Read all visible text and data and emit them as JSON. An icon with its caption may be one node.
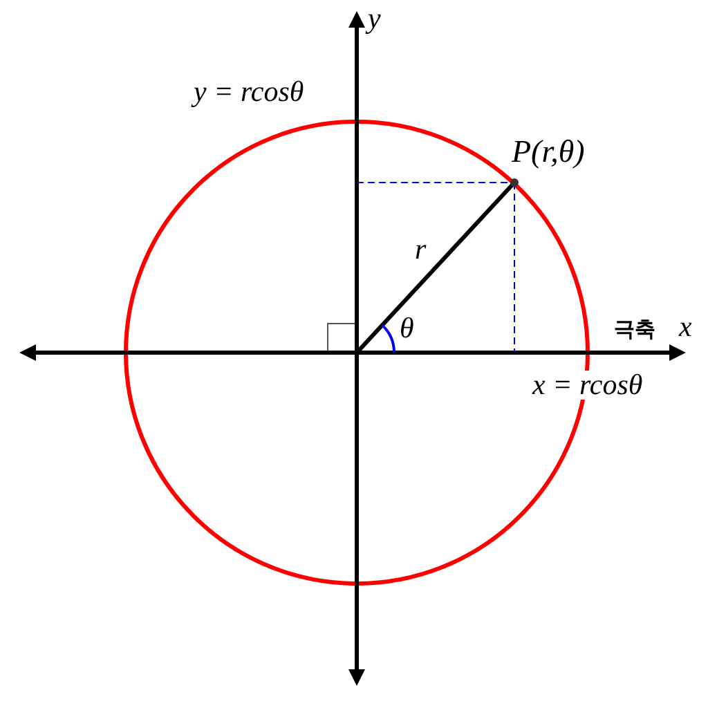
{
  "diagram": {
    "labels": [
      "y",
      "y = rcosθ",
      "P(r,θ)",
      "r",
      "θ",
      "극축",
      "x",
      "x = rcosθ"
    ]
  }
}
